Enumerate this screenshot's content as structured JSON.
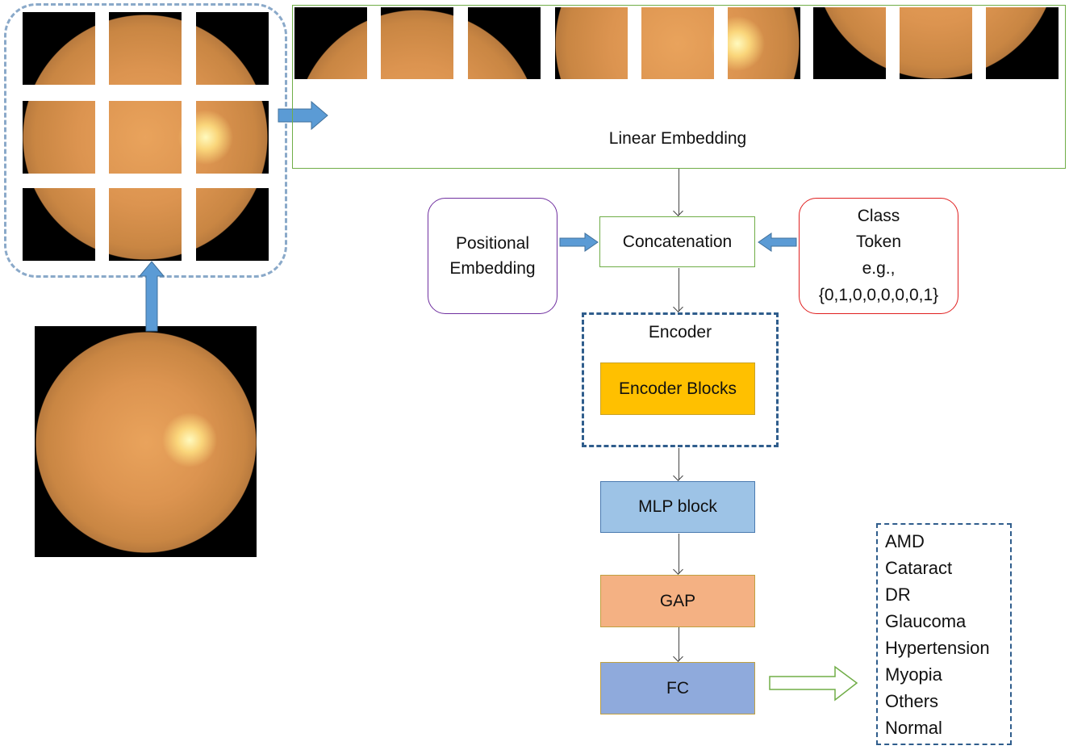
{
  "linear_embedding": {
    "label": "Linear Embedding"
  },
  "positional_embedding": {
    "label_line1": "Positional",
    "label_line2": "Embedding"
  },
  "concatenation": {
    "label": "Concatenation"
  },
  "class_token": {
    "line1": "Class",
    "line2": "Token",
    "line3": "e.g.,",
    "line4": "{0,1,0,0,0,0,0,1}"
  },
  "encoder": {
    "title": "Encoder",
    "blocks_label": "Encoder Blocks"
  },
  "mlp": {
    "label": "MLP block"
  },
  "gap": {
    "label": "GAP"
  },
  "fc": {
    "label": "FC"
  },
  "outputs": [
    "AMD",
    "Cataract",
    "DR",
    "Glaucoma",
    "Hypertension",
    "Myopia",
    "Others",
    "Normal"
  ],
  "colors": {
    "green_border": "#70ad47",
    "purple_border": "#7030a0",
    "red_border": "#e02020",
    "dash_blue": "#2f5d8c",
    "encoder_blocks": "#ffc000",
    "mlp": "#9dc3e6",
    "gap": "#f4b183",
    "fc": "#8faadc",
    "arrow_blue": "#5b9bd5"
  }
}
